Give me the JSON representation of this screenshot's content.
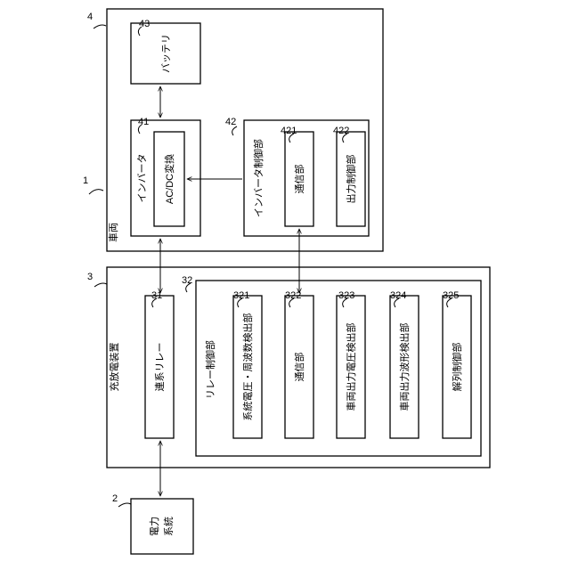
{
  "figure_ref": "1",
  "vehicle": {
    "ref": "4",
    "label": "車両",
    "battery": {
      "ref": "43",
      "label": "バッテリ"
    },
    "inverter": {
      "ref": "41",
      "label": "インバータ",
      "converter_label": "AC/DC変換"
    },
    "inverter_controller": {
      "ref": "42",
      "label": "インバータ制御部",
      "comm": {
        "ref": "421",
        "label": "通信部"
      },
      "output_ctrl": {
        "ref": "422",
        "label": "出力制御部"
      }
    }
  },
  "charger": {
    "ref": "3",
    "label": "充放電装置",
    "relay": {
      "ref": "31",
      "label": "連系リレー"
    },
    "relay_controller": {
      "ref": "32",
      "label": "リレー制御部",
      "detector_grid": {
        "ref": "321",
        "label": "系統電圧・周波数検出部"
      },
      "comm": {
        "ref": "322",
        "label": "通信部"
      },
      "detector_voltage": {
        "ref": "323",
        "label": "車両出力電圧検出部"
      },
      "detector_waveform": {
        "ref": "324",
        "label": "車両出力波形検出部"
      },
      "disconnect_ctrl": {
        "ref": "325",
        "label": "解列制御部"
      }
    }
  },
  "grid": {
    "ref": "2",
    "label_line1": "電力",
    "label_line2": "系統"
  }
}
